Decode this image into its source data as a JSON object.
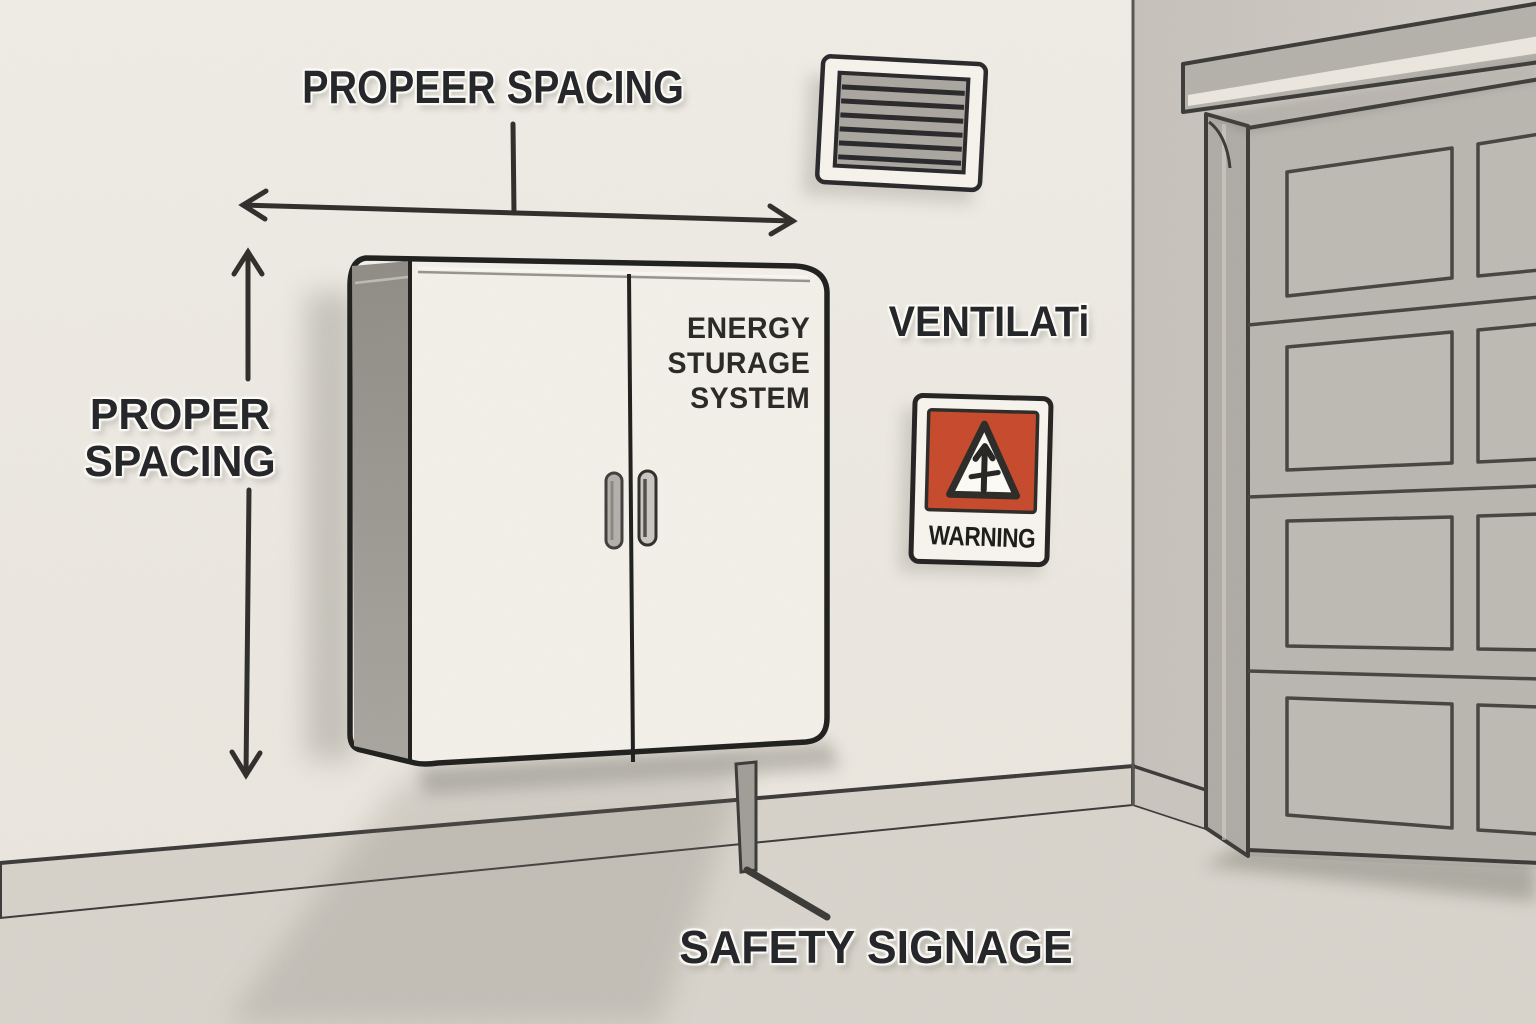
{
  "labels": {
    "top_spacing": "PROPEER SPACING",
    "left_spacing_line1": "PROPER",
    "left_spacing_line2": "SPACING",
    "ventilation": "VENTILATi",
    "safety_signage": "SAFETY SIGNAGE"
  },
  "cabinet": {
    "line1": "ENERGY",
    "line2": "STURAGE",
    "line3": "SYSTEM"
  },
  "warning_sign": {
    "label": "WARNING"
  },
  "icons": {
    "vent": "vent-grille-icon",
    "warning": "warning-triangle-icon",
    "horizontal_arrow": "horizontal-double-arrow-icon",
    "vertical_arrow": "vertical-double-arrow-icon"
  },
  "colors": {
    "back_wall": "#ece9e2",
    "floor": "#d8d4cc",
    "right_wall": "#cdc9c1",
    "garage_door": "#b9b6af",
    "door_panel": "#bdbab3",
    "cabinet_face": "#f3f0e9",
    "cabinet_side": "#9e9b94",
    "warning_orange": "#c7492b",
    "ink": "#26272a"
  }
}
